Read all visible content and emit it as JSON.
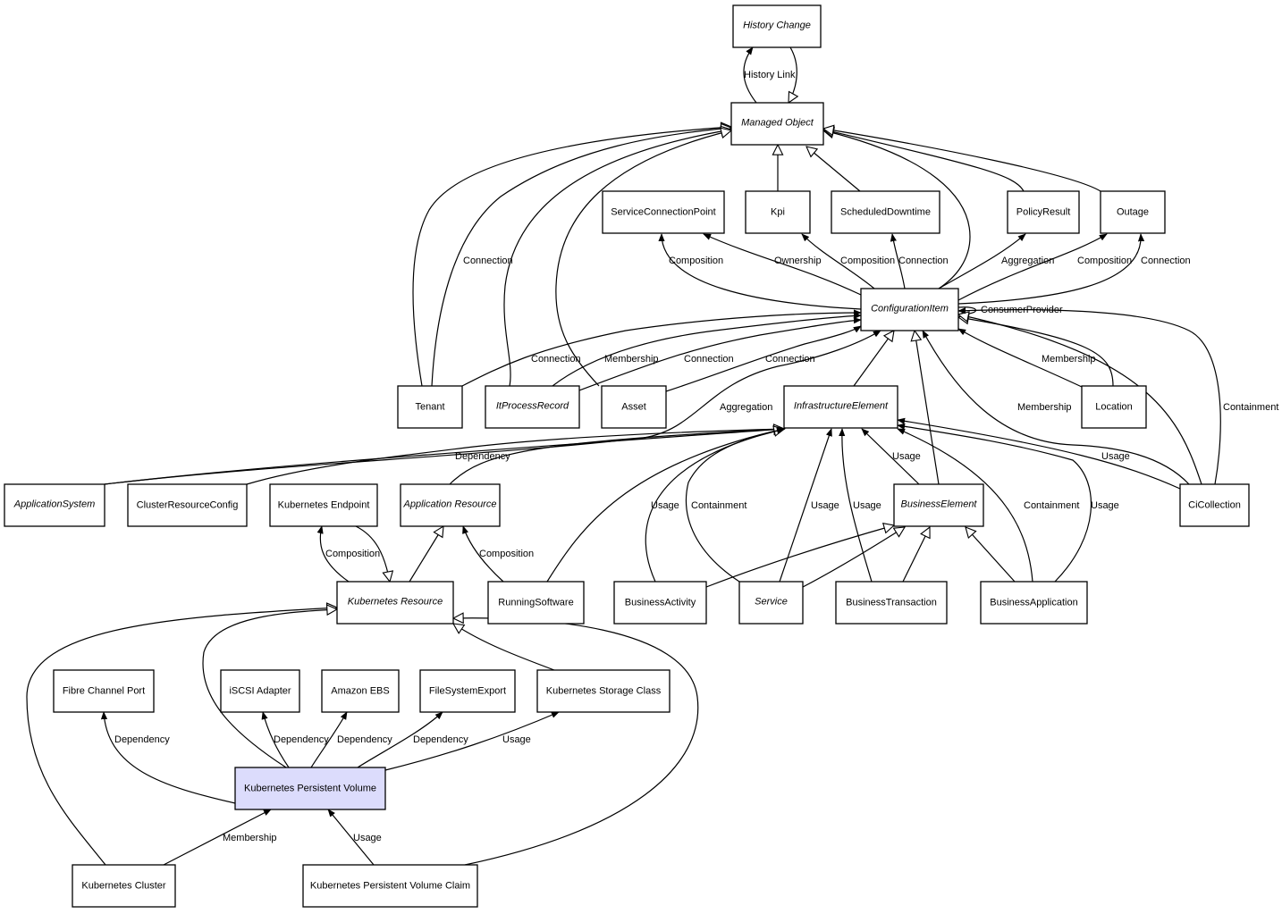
{
  "diagram": {
    "title": "Kubernetes Persistent Volume relationship diagram",
    "highlight_color": "#dcdcfc",
    "nodes": [
      {
        "id": "history_change",
        "label": "History Change",
        "abstract": true
      },
      {
        "id": "managed_object",
        "label": "Managed Object",
        "abstract": true
      },
      {
        "id": "service_connection_point",
        "label": "ServiceConnectionPoint",
        "abstract": false
      },
      {
        "id": "kpi",
        "label": "Kpi",
        "abstract": false
      },
      {
        "id": "scheduled_downtime",
        "label": "ScheduledDowntime",
        "abstract": false
      },
      {
        "id": "policy_result",
        "label": "PolicyResult",
        "abstract": false
      },
      {
        "id": "outage",
        "label": "Outage",
        "abstract": false
      },
      {
        "id": "configuration_item",
        "label": "ConfigurationItem",
        "abstract": true
      },
      {
        "id": "tenant",
        "label": "Tenant",
        "abstract": false
      },
      {
        "id": "it_process_record",
        "label": "ItProcessRecord",
        "abstract": true
      },
      {
        "id": "asset",
        "label": "Asset",
        "abstract": false
      },
      {
        "id": "infrastructure_element",
        "label": "InfrastructureElement",
        "abstract": true
      },
      {
        "id": "location",
        "label": "Location",
        "abstract": false
      },
      {
        "id": "application_system",
        "label": "ApplicationSystem",
        "abstract": true
      },
      {
        "id": "cluster_resource_config",
        "label": "ClusterResourceConfig",
        "abstract": false
      },
      {
        "id": "kubernetes_endpoint",
        "label": "Kubernetes Endpoint",
        "abstract": false
      },
      {
        "id": "application_resource",
        "label": "Application Resource",
        "abstract": true
      },
      {
        "id": "business_element",
        "label": "BusinessElement",
        "abstract": true
      },
      {
        "id": "ci_collection",
        "label": "CiCollection",
        "abstract": false
      },
      {
        "id": "kubernetes_resource",
        "label": "Kubernetes Resource",
        "abstract": true
      },
      {
        "id": "running_software",
        "label": "RunningSoftware",
        "abstract": false
      },
      {
        "id": "business_activity",
        "label": "BusinessActivity",
        "abstract": false
      },
      {
        "id": "service",
        "label": "Service",
        "abstract": true
      },
      {
        "id": "business_transaction",
        "label": "BusinessTransaction",
        "abstract": false
      },
      {
        "id": "business_application",
        "label": "BusinessApplication",
        "abstract": false
      },
      {
        "id": "fibre_channel_port",
        "label": "Fibre Channel Port",
        "abstract": false
      },
      {
        "id": "iscsi_adapter",
        "label": "iSCSI Adapter",
        "abstract": false
      },
      {
        "id": "amazon_ebs",
        "label": "Amazon EBS",
        "abstract": false
      },
      {
        "id": "file_system_export",
        "label": "FileSystemExport",
        "abstract": false
      },
      {
        "id": "kubernetes_storage_class",
        "label": "Kubernetes Storage Class",
        "abstract": false
      },
      {
        "id": "kubernetes_persistent_volume",
        "label": "Kubernetes Persistent Volume",
        "abstract": false,
        "highlight": true
      },
      {
        "id": "kubernetes_cluster",
        "label": "Kubernetes Cluster",
        "abstract": false
      },
      {
        "id": "kubernetes_persistent_volume_claim",
        "label": "Kubernetes Persistent Volume Claim",
        "abstract": false
      }
    ],
    "edges": [
      {
        "from": "managed_object",
        "to": "history_change",
        "label": "History Link",
        "kind": "association"
      },
      {
        "from": "history_change",
        "to": "managed_object",
        "label": "",
        "kind": "inheritance"
      },
      {
        "from": "kpi",
        "to": "managed_object",
        "label": "",
        "kind": "inheritance"
      },
      {
        "from": "scheduled_downtime",
        "to": "managed_object",
        "label": "",
        "kind": "inheritance"
      },
      {
        "from": "tenant",
        "to": "managed_object",
        "label": "",
        "kind": "inheritance"
      },
      {
        "from": "tenant",
        "to": "managed_object",
        "label": "Connection",
        "kind": "inheritance"
      },
      {
        "from": "it_process_record",
        "to": "managed_object",
        "label": "",
        "kind": "inheritance"
      },
      {
        "from": "asset",
        "to": "managed_object",
        "label": "",
        "kind": "inheritance"
      },
      {
        "from": "configuration_item",
        "to": "managed_object",
        "label": "",
        "kind": "inheritance"
      },
      {
        "from": "policy_result",
        "to": "managed_object",
        "label": "",
        "kind": "inheritance"
      },
      {
        "from": "outage",
        "to": "managed_object",
        "label": "",
        "kind": "inheritance"
      },
      {
        "from": "configuration_item",
        "to": "service_connection_point",
        "label": "Composition",
        "kind": "association"
      },
      {
        "from": "configuration_item",
        "to": "service_connection_point",
        "label": "Ownership",
        "kind": "association"
      },
      {
        "from": "configuration_item",
        "to": "kpi",
        "label": "Composition",
        "kind": "association"
      },
      {
        "from": "configuration_item",
        "to": "scheduled_downtime",
        "label": "Connection",
        "kind": "association"
      },
      {
        "from": "configuration_item",
        "to": "policy_result",
        "label": "Aggregation",
        "kind": "association"
      },
      {
        "from": "configuration_item",
        "to": "outage",
        "label": "Composition",
        "kind": "association"
      },
      {
        "from": "configuration_item",
        "to": "outage",
        "label": "Connection",
        "kind": "association"
      },
      {
        "from": "configuration_item",
        "to": "configuration_item",
        "label": "ConsumerProvider",
        "kind": "association"
      },
      {
        "from": "tenant",
        "to": "configuration_item",
        "label": "Connection",
        "kind": "association"
      },
      {
        "from": "it_process_record",
        "to": "configuration_item",
        "label": "Membership",
        "kind": "association"
      },
      {
        "from": "it_process_record",
        "to": "configuration_item",
        "label": "Connection",
        "kind": "association"
      },
      {
        "from": "asset",
        "to": "configuration_item",
        "label": "Connection",
        "kind": "association"
      },
      {
        "from": "application_system",
        "to": "configuration_item",
        "label": "Aggregation",
        "kind": "association"
      },
      {
        "from": "infrastructure_element",
        "to": "configuration_item",
        "label": "",
        "kind": "inheritance"
      },
      {
        "from": "business_element",
        "to": "configuration_item",
        "label": "",
        "kind": "inheritance"
      },
      {
        "from": "location",
        "to": "configuration_item",
        "label": "Membership",
        "kind": "association"
      },
      {
        "from": "location",
        "to": "configuration_item",
        "label": "",
        "kind": "inheritance"
      },
      {
        "from": "ci_collection",
        "to": "configuration_item",
        "label": "Membership",
        "kind": "association"
      },
      {
        "from": "ci_collection",
        "to": "configuration_item",
        "label": "",
        "kind": "inheritance"
      },
      {
        "from": "ci_collection",
        "to": "configuration_item",
        "label": "Containment",
        "kind": "association"
      },
      {
        "from": "application_system",
        "to": "infrastructure_element",
        "label": "",
        "kind": "inheritance"
      },
      {
        "from": "cluster_resource_config",
        "to": "infrastructure_element",
        "label": "Dependency",
        "kind": "association"
      },
      {
        "from": "application_resource",
        "to": "infrastructure_element",
        "label": "",
        "kind": "inheritance"
      },
      {
        "from": "running_software",
        "to": "infrastructure_element",
        "label": "",
        "kind": "inheritance"
      },
      {
        "from": "business_activity",
        "to": "infrastructure_element",
        "label": "Usage",
        "kind": "association"
      },
      {
        "from": "service",
        "to": "infrastructure_element",
        "label": "Containment",
        "kind": "association"
      },
      {
        "from": "service",
        "to": "infrastructure_element",
        "label": "Usage",
        "kind": "association"
      },
      {
        "from": "business_transaction",
        "to": "infrastructure_element",
        "label": "Usage",
        "kind": "association"
      },
      {
        "from": "business_element",
        "to": "infrastructure_element",
        "label": "Usage",
        "kind": "association"
      },
      {
        "from": "business_application",
        "to": "infrastructure_element",
        "label": "Containment",
        "kind": "association"
      },
      {
        "from": "business_application",
        "to": "infrastructure_element",
        "label": "Usage",
        "kind": "association"
      },
      {
        "from": "ci_collection",
        "to": "infrastructure_element",
        "label": "Usage",
        "kind": "association"
      },
      {
        "from": "business_activity",
        "to": "business_element",
        "label": "",
        "kind": "inheritance"
      },
      {
        "from": "service",
        "to": "business_element",
        "label": "",
        "kind": "inheritance"
      },
      {
        "from": "business_transaction",
        "to": "business_element",
        "label": "",
        "kind": "inheritance"
      },
      {
        "from": "business_application",
        "to": "business_element",
        "label": "",
        "kind": "inheritance"
      },
      {
        "from": "kubernetes_resource",
        "to": "kubernetes_endpoint",
        "label": "Composition",
        "kind": "association"
      },
      {
        "from": "kubernetes_endpoint",
        "to": "kubernetes_resource",
        "label": "",
        "kind": "inheritance"
      },
      {
        "from": "kubernetes_resource",
        "to": "application_resource",
        "label": "",
        "kind": "inheritance"
      },
      {
        "from": "running_software",
        "to": "application_resource",
        "label": "Composition",
        "kind": "association"
      },
      {
        "from": "kubernetes_cluster",
        "to": "kubernetes_resource",
        "label": "",
        "kind": "inheritance"
      },
      {
        "from": "kubernetes_persistent_volume",
        "to": "kubernetes_resource",
        "label": "",
        "kind": "inheritance"
      },
      {
        "from": "kubernetes_storage_class",
        "to": "kubernetes_resource",
        "label": "",
        "kind": "inheritance"
      },
      {
        "from": "kubernetes_persistent_volume_claim",
        "to": "kubernetes_resource",
        "label": "",
        "kind": "inheritance"
      },
      {
        "from": "kubernetes_persistent_volume",
        "to": "fibre_channel_port",
        "label": "Dependency",
        "kind": "association"
      },
      {
        "from": "kubernetes_persistent_volume",
        "to": "iscsi_adapter",
        "label": "Dependency",
        "kind": "association"
      },
      {
        "from": "kubernetes_persistent_volume",
        "to": "amazon_ebs",
        "label": "Dependency",
        "kind": "association"
      },
      {
        "from": "kubernetes_persistent_volume",
        "to": "file_system_export",
        "label": "Dependency",
        "kind": "association"
      },
      {
        "from": "kubernetes_persistent_volume",
        "to": "kubernetes_storage_class",
        "label": "Usage",
        "kind": "association"
      },
      {
        "from": "kubernetes_cluster",
        "to": "kubernetes_persistent_volume",
        "label": "Membership",
        "kind": "association"
      },
      {
        "from": "kubernetes_persistent_volume_claim",
        "to": "kubernetes_persistent_volume",
        "label": "Usage",
        "kind": "association"
      }
    ]
  }
}
